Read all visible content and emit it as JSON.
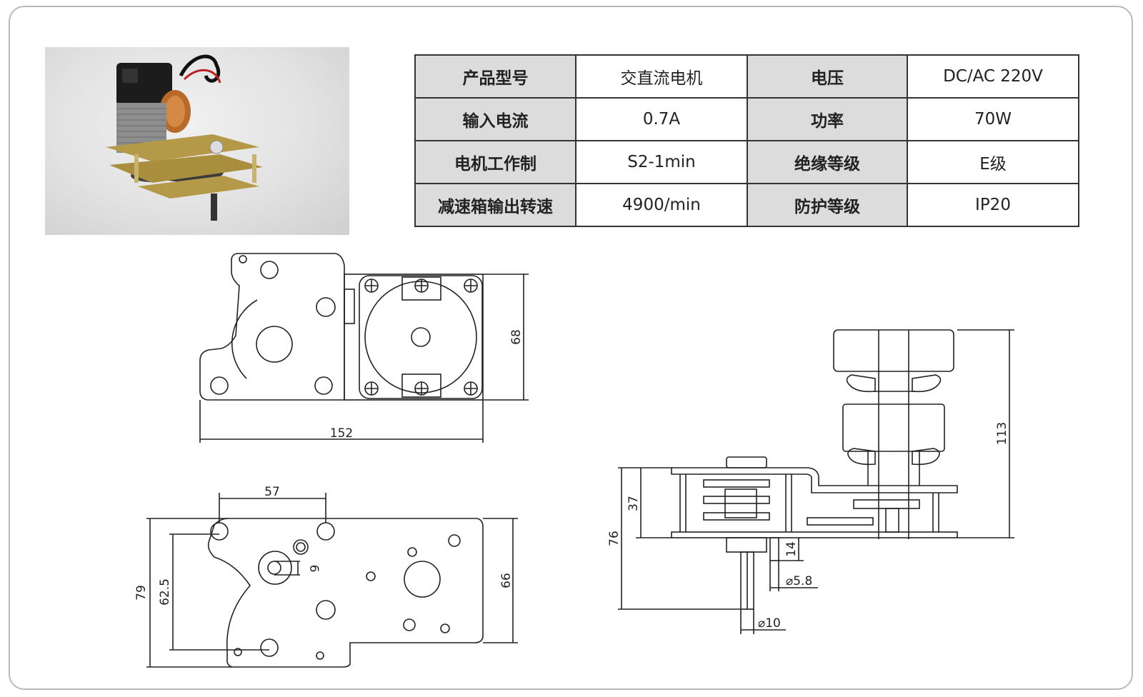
{
  "spec_table": {
    "rows": [
      [
        "产品型号",
        "交直流电机",
        "电压",
        "DC/AC 220V"
      ],
      [
        "输入电流",
        "0.7A",
        "功率",
        "70W"
      ],
      [
        "电机工作制",
        "S2-1min",
        "绝缘等级",
        "E级"
      ],
      [
        "减速箱输出转速",
        "4900/min",
        "防护等级",
        "IP20"
      ]
    ]
  },
  "dimensions": {
    "top_width": "152",
    "top_height": "68",
    "bottom_hole_spacing": "57",
    "bottom_height_outer": "79",
    "bottom_height_holes": "62.5",
    "bottom_height_right": "66",
    "bottom_small": "6",
    "side_total_height": "113",
    "side_height": "76",
    "side_gear_height": "37",
    "side_pin_length": "14",
    "side_pin_dia": "⌀5.8",
    "side_shaft_dia": "⌀10"
  },
  "colors": {
    "line": "#222222",
    "header_bg": "#dcdcdc",
    "frame": "#b9b9b9"
  }
}
